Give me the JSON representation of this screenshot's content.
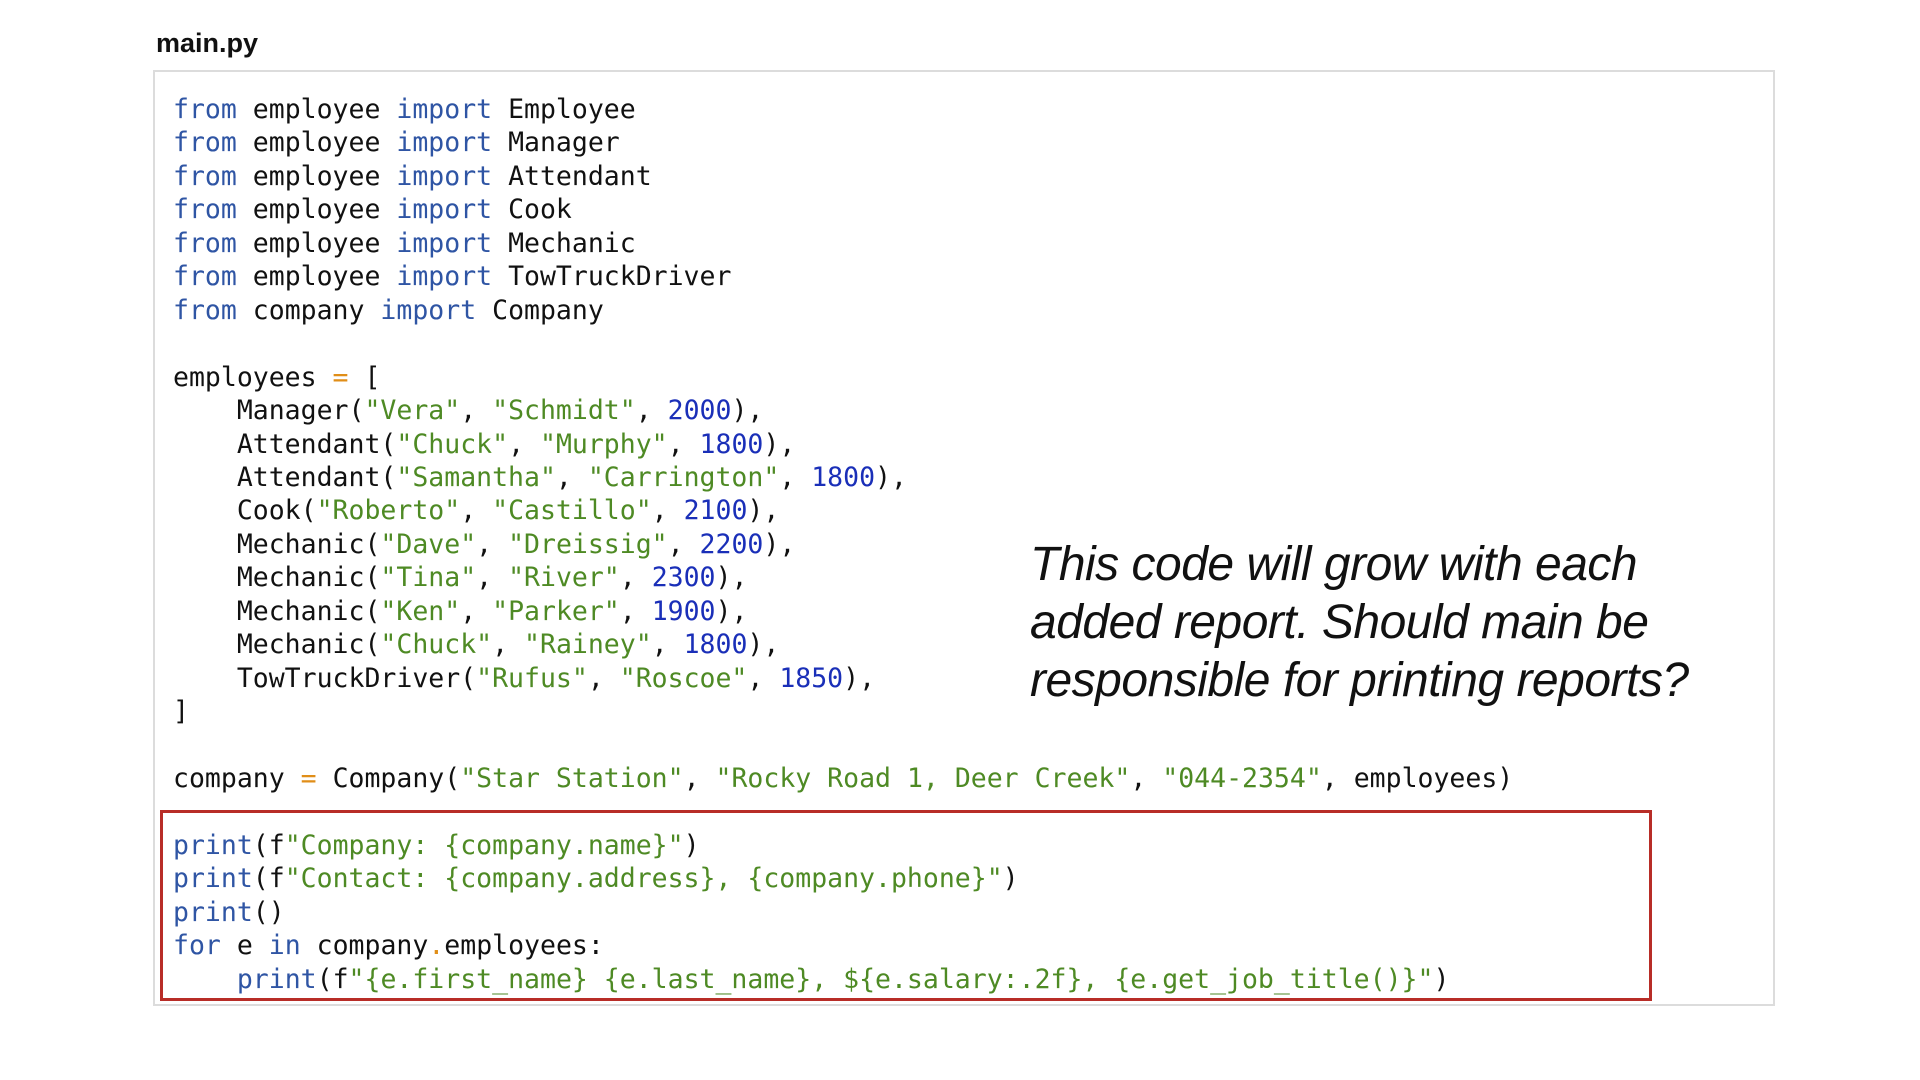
{
  "file_title": "main.py",
  "annotation": "This code will grow with each added report. Should main be responsible for printing reports?",
  "colors": {
    "keyword": "#2f55a4",
    "string": "#4e8a24",
    "number": "#1a2fb8",
    "operator": "#e08e18",
    "text": "#111111",
    "highlight_border": "#b82d27",
    "box_border": "#dcdcdc"
  },
  "code_lines": [
    [
      [
        "kw",
        "from"
      ],
      [
        "txt",
        " employee "
      ],
      [
        "kw",
        "import"
      ],
      [
        "txt",
        " Employee"
      ]
    ],
    [
      [
        "kw",
        "from"
      ],
      [
        "txt",
        " employee "
      ],
      [
        "kw",
        "import"
      ],
      [
        "txt",
        " Manager"
      ]
    ],
    [
      [
        "kw",
        "from"
      ],
      [
        "txt",
        " employee "
      ],
      [
        "kw",
        "import"
      ],
      [
        "txt",
        " Attendant"
      ]
    ],
    [
      [
        "kw",
        "from"
      ],
      [
        "txt",
        " employee "
      ],
      [
        "kw",
        "import"
      ],
      [
        "txt",
        " Cook"
      ]
    ],
    [
      [
        "kw",
        "from"
      ],
      [
        "txt",
        " employee "
      ],
      [
        "kw",
        "import"
      ],
      [
        "txt",
        " Mechanic"
      ]
    ],
    [
      [
        "kw",
        "from"
      ],
      [
        "txt",
        " employee "
      ],
      [
        "kw",
        "import"
      ],
      [
        "txt",
        " TowTruckDriver"
      ]
    ],
    [
      [
        "kw",
        "from"
      ],
      [
        "txt",
        " company "
      ],
      [
        "kw",
        "import"
      ],
      [
        "txt",
        " Company"
      ]
    ],
    [],
    [
      [
        "txt",
        "employees "
      ],
      [
        "op",
        "="
      ],
      [
        "txt",
        " ["
      ]
    ],
    [
      [
        "txt",
        "    Manager("
      ],
      [
        "str",
        "\"Vera\""
      ],
      [
        "txt",
        ", "
      ],
      [
        "str",
        "\"Schmidt\""
      ],
      [
        "txt",
        ", "
      ],
      [
        "num",
        "2000"
      ],
      [
        "txt",
        "),"
      ]
    ],
    [
      [
        "txt",
        "    Attendant("
      ],
      [
        "str",
        "\"Chuck\""
      ],
      [
        "txt",
        ", "
      ],
      [
        "str",
        "\"Murphy\""
      ],
      [
        "txt",
        ", "
      ],
      [
        "num",
        "1800"
      ],
      [
        "txt",
        "),"
      ]
    ],
    [
      [
        "txt",
        "    Attendant("
      ],
      [
        "str",
        "\"Samantha\""
      ],
      [
        "txt",
        ", "
      ],
      [
        "str",
        "\"Carrington\""
      ],
      [
        "txt",
        ", "
      ],
      [
        "num",
        "1800"
      ],
      [
        "txt",
        "),"
      ]
    ],
    [
      [
        "txt",
        "    Cook("
      ],
      [
        "str",
        "\"Roberto\""
      ],
      [
        "txt",
        ", "
      ],
      [
        "str",
        "\"Castillo\""
      ],
      [
        "txt",
        ", "
      ],
      [
        "num",
        "2100"
      ],
      [
        "txt",
        "),"
      ]
    ],
    [
      [
        "txt",
        "    Mechanic("
      ],
      [
        "str",
        "\"Dave\""
      ],
      [
        "txt",
        ", "
      ],
      [
        "str",
        "\"Dreissig\""
      ],
      [
        "txt",
        ", "
      ],
      [
        "num",
        "2200"
      ],
      [
        "txt",
        "),"
      ]
    ],
    [
      [
        "txt",
        "    Mechanic("
      ],
      [
        "str",
        "\"Tina\""
      ],
      [
        "txt",
        ", "
      ],
      [
        "str",
        "\"River\""
      ],
      [
        "txt",
        ", "
      ],
      [
        "num",
        "2300"
      ],
      [
        "txt",
        "),"
      ]
    ],
    [
      [
        "txt",
        "    Mechanic("
      ],
      [
        "str",
        "\"Ken\""
      ],
      [
        "txt",
        ", "
      ],
      [
        "str",
        "\"Parker\""
      ],
      [
        "txt",
        ", "
      ],
      [
        "num",
        "1900"
      ],
      [
        "txt",
        "),"
      ]
    ],
    [
      [
        "txt",
        "    Mechanic("
      ],
      [
        "str",
        "\"Chuck\""
      ],
      [
        "txt",
        ", "
      ],
      [
        "str",
        "\"Rainey\""
      ],
      [
        "txt",
        ", "
      ],
      [
        "num",
        "1800"
      ],
      [
        "txt",
        "),"
      ]
    ],
    [
      [
        "txt",
        "    TowTruckDriver("
      ],
      [
        "str",
        "\"Rufus\""
      ],
      [
        "txt",
        ", "
      ],
      [
        "str",
        "\"Roscoe\""
      ],
      [
        "txt",
        ", "
      ],
      [
        "num",
        "1850"
      ],
      [
        "txt",
        "),"
      ]
    ],
    [
      [
        "txt",
        "]"
      ]
    ],
    [],
    [
      [
        "txt",
        "company "
      ],
      [
        "op",
        "="
      ],
      [
        "txt",
        " Company("
      ],
      [
        "str",
        "\"Star Station\""
      ],
      [
        "txt",
        ", "
      ],
      [
        "str",
        "\"Rocky Road 1, Deer Creek\""
      ],
      [
        "txt",
        ", "
      ],
      [
        "str",
        "\"044-2354\""
      ],
      [
        "txt",
        ", employees)"
      ]
    ],
    [],
    [
      [
        "kw",
        "print"
      ],
      [
        "txt",
        "(f"
      ],
      [
        "str",
        "\"Company: {company.name}\""
      ],
      [
        "txt",
        ")"
      ]
    ],
    [
      [
        "kw",
        "print"
      ],
      [
        "txt",
        "(f"
      ],
      [
        "str",
        "\"Contact: {company.address}, {company.phone}\""
      ],
      [
        "txt",
        ")"
      ]
    ],
    [
      [
        "kw",
        "print"
      ],
      [
        "txt",
        "()"
      ]
    ],
    [
      [
        "kw",
        "for"
      ],
      [
        "txt",
        " e "
      ],
      [
        "kw",
        "in"
      ],
      [
        "txt",
        " company"
      ],
      [
        "op",
        "."
      ],
      [
        "txt",
        "employees:"
      ]
    ],
    [
      [
        "txt",
        "    "
      ],
      [
        "kw",
        "print"
      ],
      [
        "txt",
        "(f"
      ],
      [
        "str",
        "\"{e.first_name} {e.last_name}, ${e.salary:.2f}, {e.get_job_title()}\""
      ],
      [
        "txt",
        ")"
      ]
    ]
  ]
}
